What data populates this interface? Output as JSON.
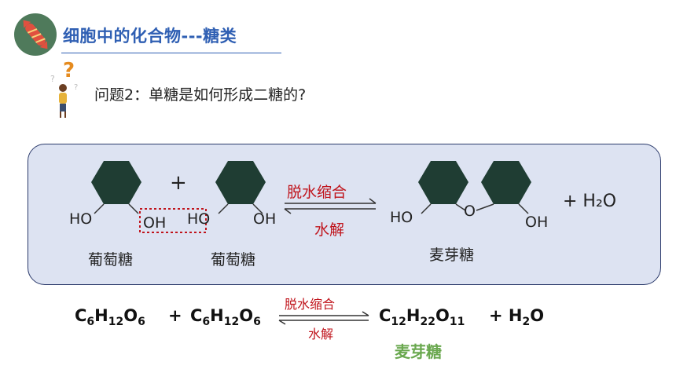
{
  "header": {
    "title": "细胞中的化合物---糖类"
  },
  "question": {
    "text": "问题2：单糖是如何形成二糖的?"
  },
  "scheme": {
    "plus_sign": "+",
    "oh_left_1": "HO",
    "oh_right_1": "OH",
    "ho_left_2": "HO",
    "oh_right_2": "OH",
    "forward_label": "脱水缩合",
    "reverse_label": "水解",
    "ho_maltose": "HO",
    "oh_maltose": "OH",
    "o_bridge": "O",
    "plus_water": "+ H₂O",
    "name_glucose_1": "葡萄糖",
    "name_glucose_2": "葡萄糖",
    "name_maltose": "麦芽糖"
  },
  "equation": {
    "reactant_1": "C6H12O6",
    "plus": "+",
    "reactant_2": "C6H12O6",
    "forward_label": "脱水缩合",
    "reverse_label": "水解",
    "product": "C12H22O11",
    "byproduct": "+ H2O",
    "product_name": "麦芽糖"
  },
  "colors": {
    "title": "#2f5fb3",
    "ring": "#1f3d33",
    "panel_bg": "#dde3f2",
    "reaction_label": "#c0141c",
    "product_name": "#6aa84f"
  }
}
